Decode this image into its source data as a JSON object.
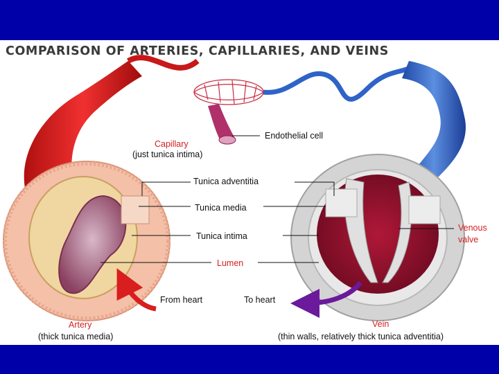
{
  "title": "Comparison of Arteries, Capillaries, and Veins",
  "labels": {
    "endothelial_cell": "Endothelial cell",
    "capillary": "Capillary",
    "capillary_note": "(just tunica intima)",
    "tunica_adventitia": "Tunica adventitia",
    "tunica_media": "Tunica media",
    "tunica_intima": "Tunica intima",
    "lumen": "Lumen",
    "venous_valve_1": "Venous",
    "venous_valve_2": "valve",
    "from_heart": "From heart",
    "to_heart": "To heart",
    "artery": "Artery",
    "artery_note": "(thick tunica media)",
    "vein": "Vein",
    "vein_note": "(thin walls, relatively thick tunica adventitia)"
  },
  "colors": {
    "slide_background": "#0000a8",
    "artery_red": "#d42020",
    "vein_blue": "#2f63c8",
    "label_red": "#d42020",
    "arrow_red": "#d81e1e",
    "arrow_purple": "#6a1a9a"
  }
}
